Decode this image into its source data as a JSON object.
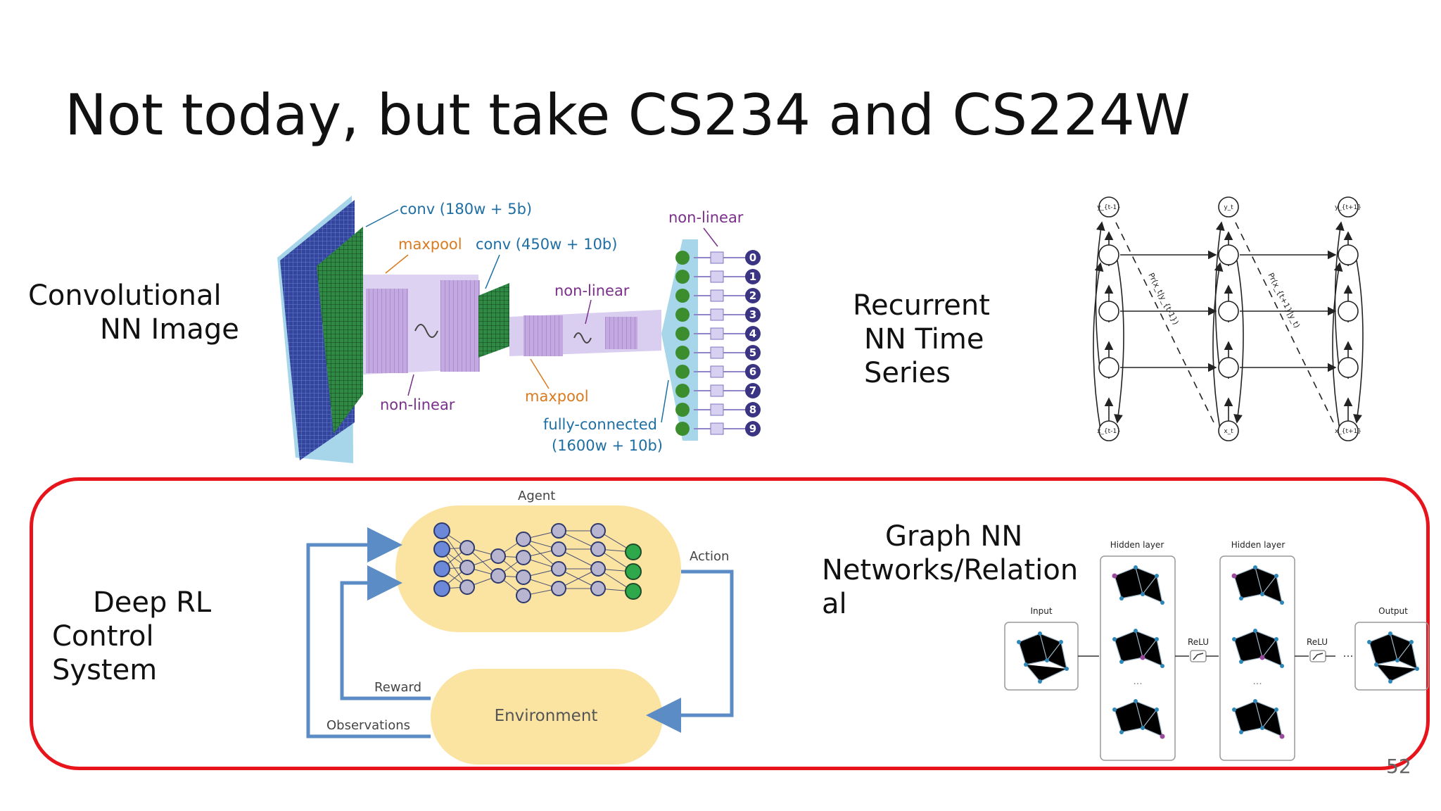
{
  "slide": {
    "title": "Not today, but take CS234 and CS224W",
    "page_number": "52"
  },
  "sections": {
    "cnn": {
      "label_line1": "Convolutional",
      "label_line2": "NN Image",
      "annotations": {
        "conv1": "conv (180w + 5b)",
        "maxpool1": "maxpool",
        "conv2": "conv (450w + 10b)",
        "nonlinear_top": "non-linear",
        "nonlinear_mid": "non-linear",
        "nonlinear_bottom": "non-linear",
        "maxpool2": "maxpool",
        "fc_line1": "fully-connected",
        "fc_line2": "(1600w + 10b)"
      },
      "digits": [
        "0",
        "1",
        "2",
        "3",
        "4",
        "5",
        "6",
        "7",
        "8",
        "9"
      ]
    },
    "rnn": {
      "label_line1": "Recurrent",
      "label_line2": "NN Time",
      "label_line3": "Series",
      "top_nodes": [
        "y_{t-1}",
        "y_t",
        "y_{t+1}"
      ],
      "bottom_nodes": [
        "x_{t-1}",
        "x_t",
        "x_{t+1}"
      ],
      "diag_labels": [
        "Pr(x_t|y_{t-1})",
        "Pr(x_{t+1}|y_t)"
      ]
    },
    "rl": {
      "label_line1": "Deep RL",
      "label_line2": "Control",
      "label_line3": "System",
      "agent": "Agent",
      "action": "Action",
      "reward": "Reward",
      "observations": "Observations",
      "environment": "Environment"
    },
    "gnn": {
      "label_line1": "Graph NN",
      "label_line2": "Networks/Relation",
      "label_line3": "al",
      "input": "Input",
      "hidden1": "Hidden layer",
      "hidden2": "Hidden layer",
      "relu1": "ReLU",
      "relu2": "ReLU",
      "output": "Output",
      "ellipsis": "..."
    }
  },
  "colors": {
    "frame_red": "#e8141b",
    "cnn_blue": "#2f3f96",
    "cnn_green": "#2e8b3e",
    "cnn_lavender": "#c9b8e6",
    "rl_blue": "#5b8cc6",
    "rl_yellow": "#fbe3a2",
    "gnn_node": "#2c86b8",
    "gnn_purple": "#9b4a9e"
  }
}
